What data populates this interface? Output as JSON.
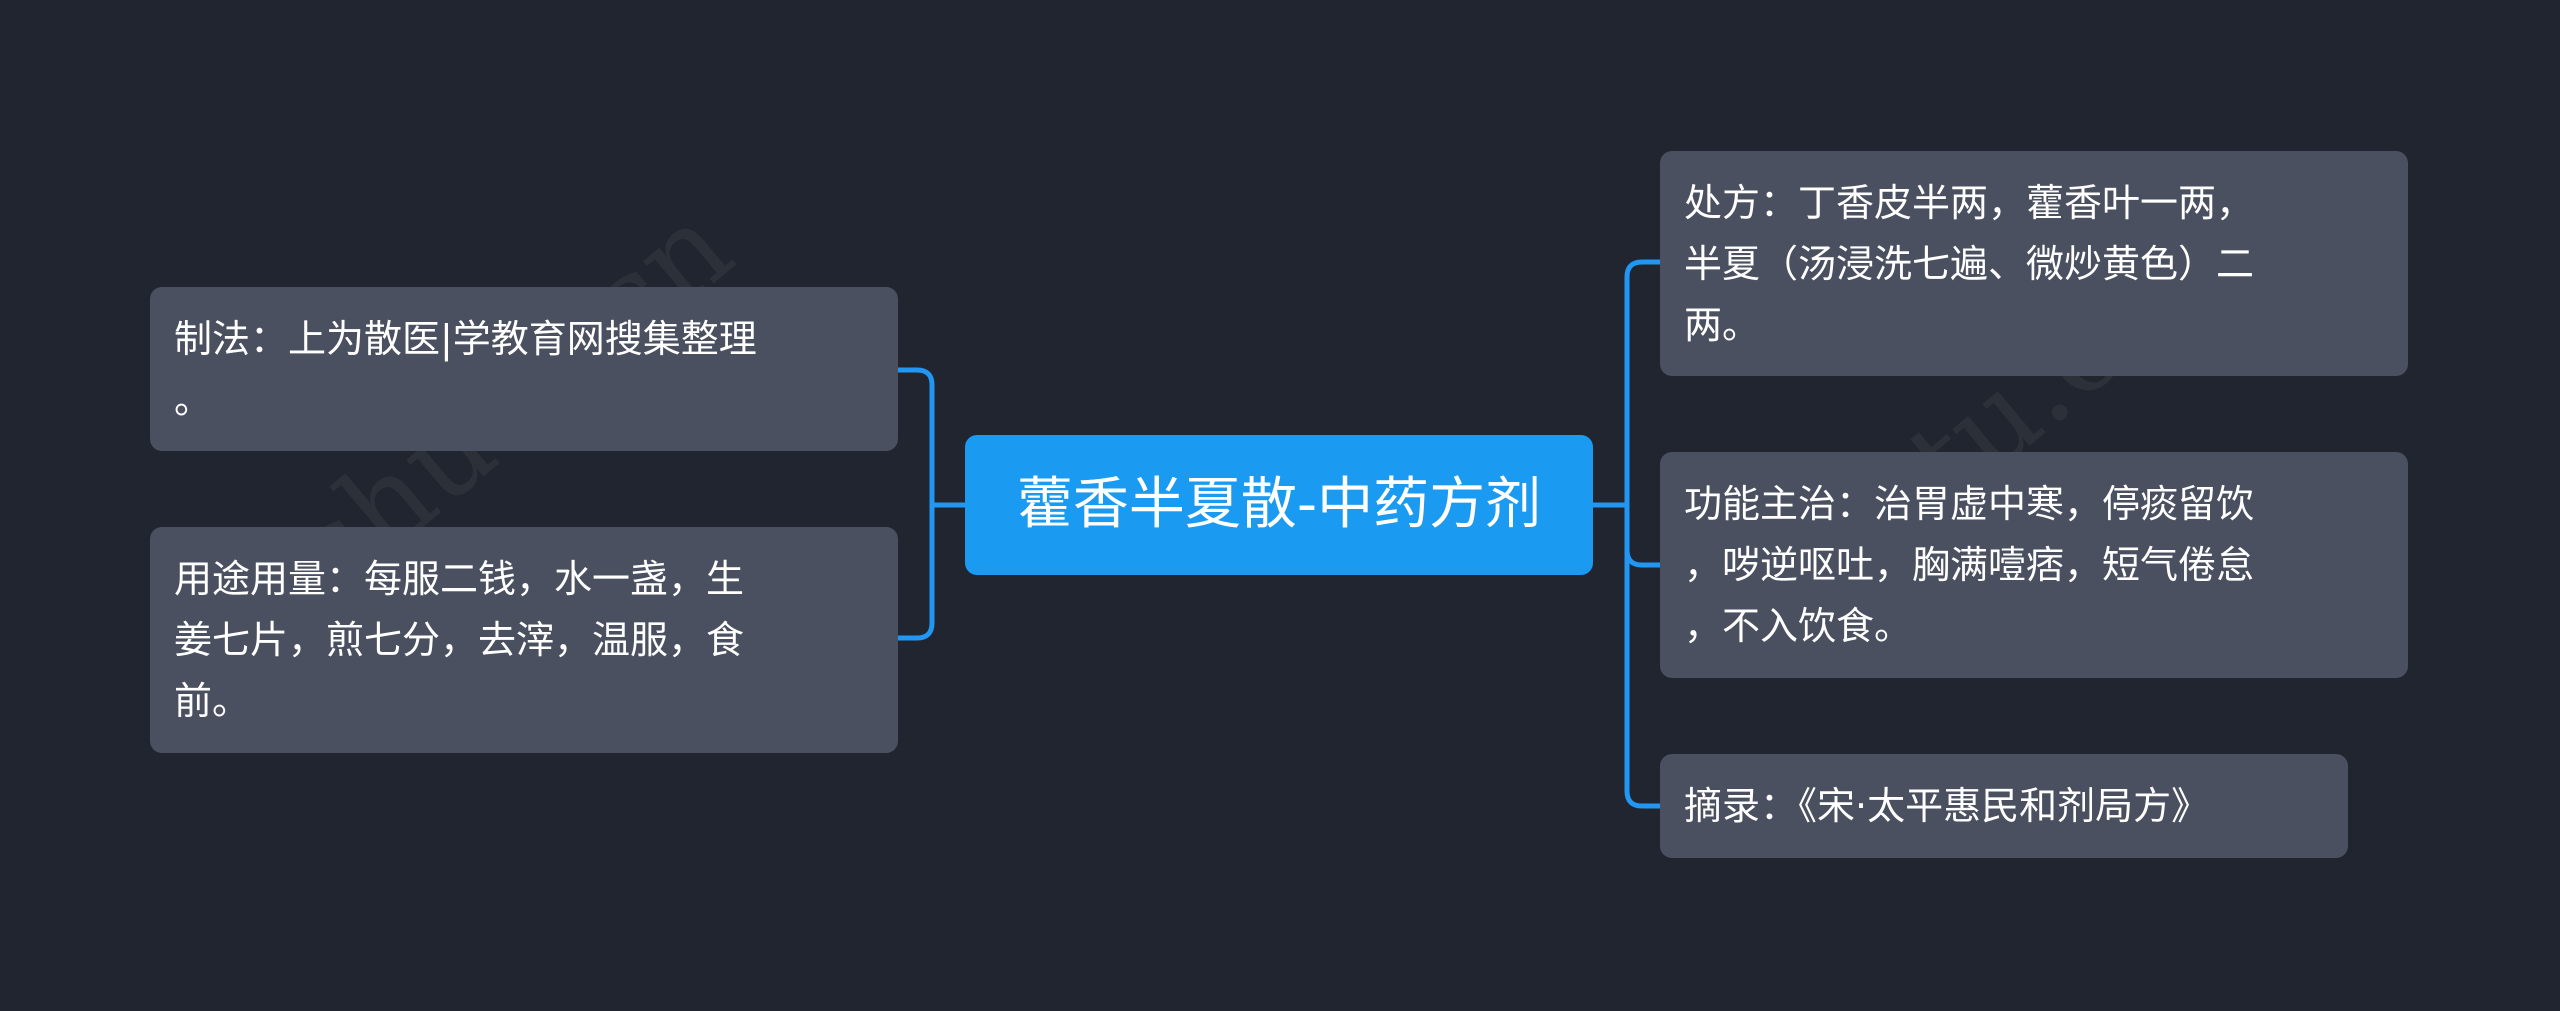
{
  "mindmap": {
    "root": {
      "label": "藿香半夏散-中药方剂"
    },
    "left": [
      {
        "label": "制法：上为散医|学教育网搜集整理\n。"
      },
      {
        "label": "用途用量：每服二钱，水一盏，生\n姜七片，煎七分，去滓，温服，食\n前。"
      }
    ],
    "right": [
      {
        "label": "处方：丁香皮半两，藿香叶一两，\n半夏（汤浸洗七遍、微炒黄色）二\n两。"
      },
      {
        "label": "功能主治：治胃虚中寒，停痰留饮\n，哕逆呕吐，胸满噎痞，短气倦怠\n，不入饮食。"
      },
      {
        "label": "摘录：《宋·太平惠民和剂局方》"
      }
    ]
  },
  "watermark": "shutu.cn",
  "colors": {
    "background": "#21252f",
    "root": "#1a9af0",
    "node": "#4a5060",
    "link": "#2196f3"
  }
}
